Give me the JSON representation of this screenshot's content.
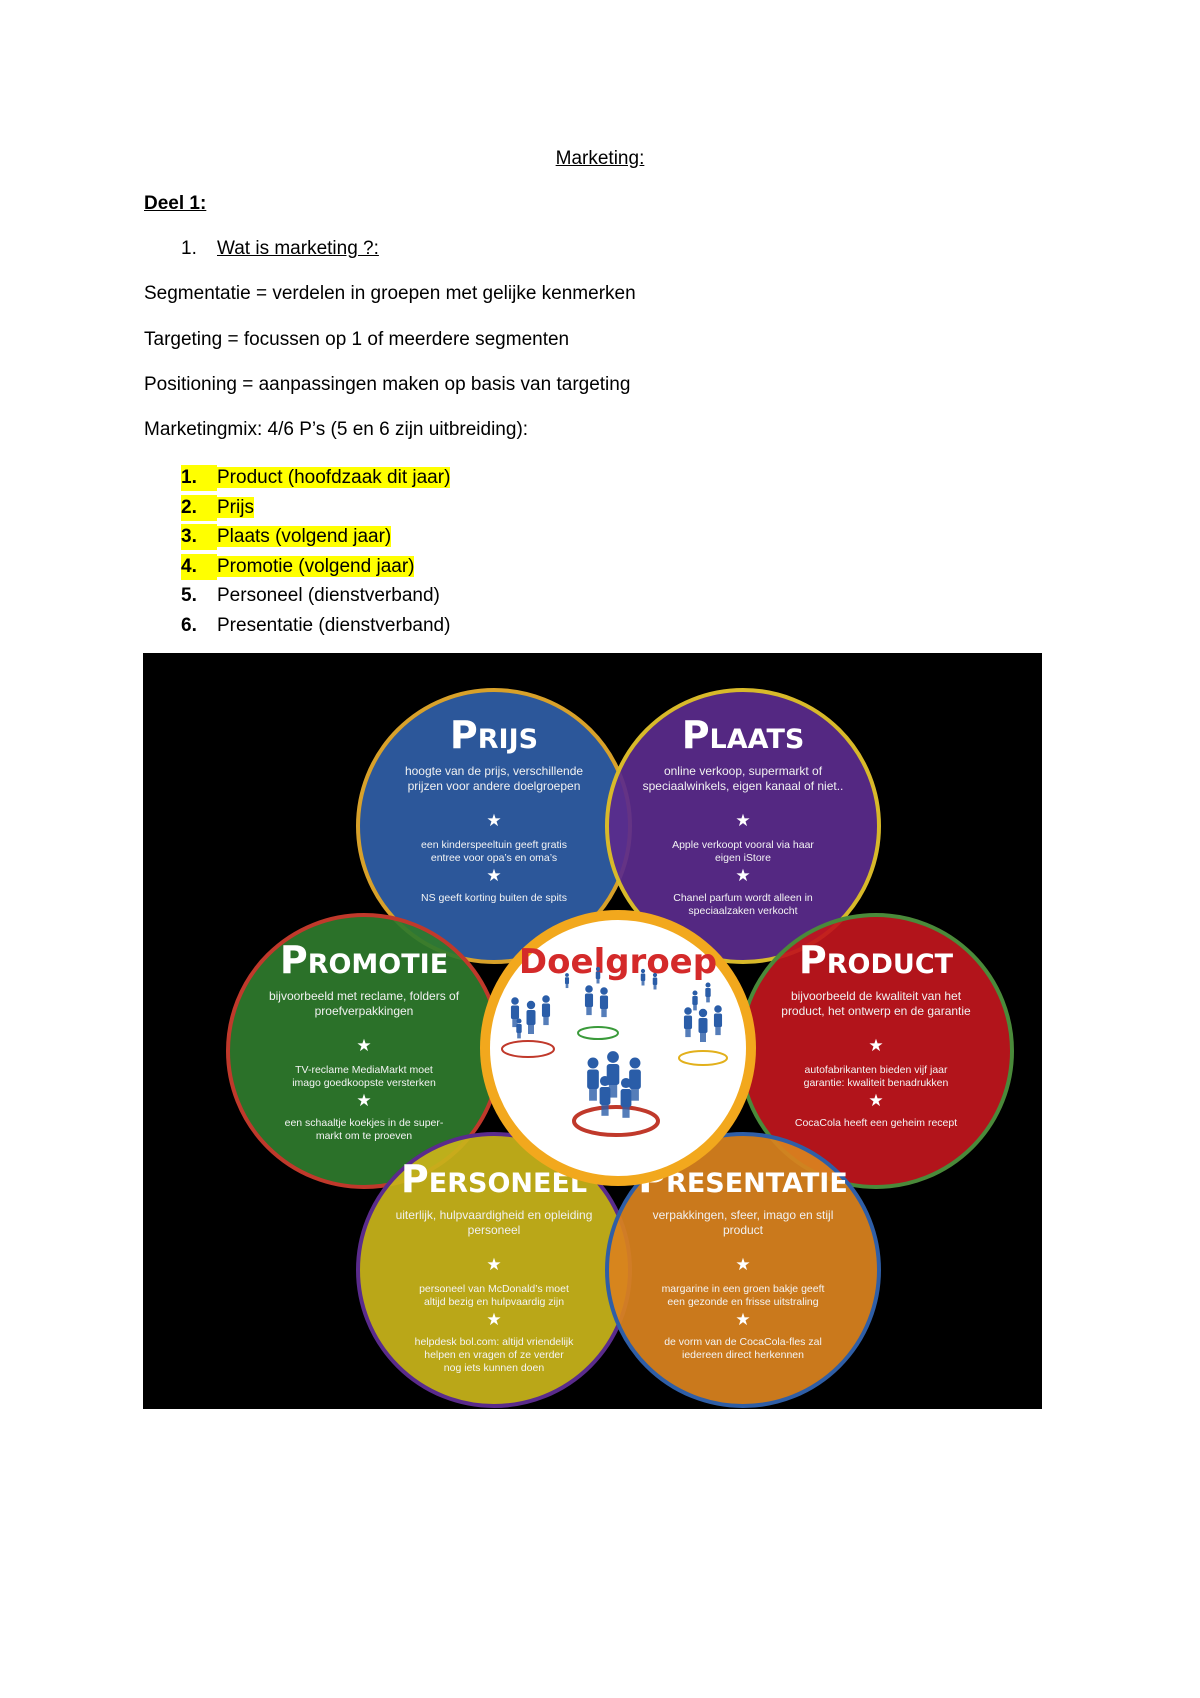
{
  "document": {
    "title": "Marketing:",
    "section": "Deel 1:",
    "question": {
      "number": "1.",
      "text": "Wat is marketing ?:"
    },
    "definitions": [
      "Segmentatie = verdelen in groepen met gelijke kenmerken",
      "Targeting = focussen op 1 of meerdere segmenten",
      "Positioning = aanpassingen maken op basis van targeting",
      "Marketingmix: 4/6 P’s (5 en 6 zijn uitbreiding):"
    ],
    "mix_list": [
      {
        "number": "1.",
        "text": "Product (hoofdzaak dit jaar)",
        "highlight": true
      },
      {
        "number": "2.",
        "text": "Prijs",
        "highlight": true
      },
      {
        "number": "3.",
        "text": "Plaats (volgend jaar)",
        "highlight": true
      },
      {
        "number": "4.",
        "text": "Promotie (volgend jaar)",
        "highlight": true
      },
      {
        "number": "5.",
        "text": "Personeel (dienstverband)",
        "highlight": false
      },
      {
        "number": "6.",
        "text": "Presentatie (dienstverband)",
        "highlight": false
      }
    ],
    "highlight_color": "#ffff00"
  },
  "diagram": {
    "center": {
      "label": "Doelgroep",
      "label_color": "#d42a2a",
      "ring_color": "#f2a81d"
    },
    "circles": {
      "prijs": {
        "first": "P",
        "rest": "RIJS",
        "color": "#2f5ea6",
        "ring": "#d8a12a",
        "desc": [
          "hoogte van de prijs, verschillende",
          "prijzen voor andere doelgroepen"
        ],
        "ex1": [
          "een kinderspeeltuin geeft gratis",
          "entree voor opa’s en oma’s"
        ],
        "ex2": [
          "NS geeft korting buiten de spits"
        ]
      },
      "plaats": {
        "first": "P",
        "rest": "LAATS",
        "color": "#5a2b8c",
        "ring": "#d8b92a",
        "desc": [
          "online verkoop, supermarkt of",
          "speciaalwinkels, eigen kanaal of niet.."
        ],
        "ex1": [
          "Apple verkoopt vooral via haar",
          "eigen iStore"
        ],
        "ex2": [
          "Chanel parfum wordt alleen in",
          "speciaalzaken verkocht"
        ]
      },
      "promotie": {
        "first": "P",
        "rest": "ROMOTIE",
        "color": "#2e7a2c",
        "ring": "#c0392b",
        "desc": [
          "bijvoorbeeld met reclame, folders of",
          "proefverpakkingen"
        ],
        "ex1": [
          "TV-reclame MediaMarkt moet",
          "imago goedkoopste versterken"
        ],
        "ex2": [
          "een schaaltje koekjes in de super-",
          "markt om te proeven"
        ]
      },
      "product": {
        "first": "P",
        "rest": "RODUCT",
        "color": "#c0161d",
        "ring": "#4a8a3a",
        "desc": [
          "bijvoorbeeld de kwaliteit van het",
          "product, het ontwerp en de garantie"
        ],
        "ex1": [
          "autofabrikanten bieden vijf jaar",
          "garantie: kwaliteit benadrukken"
        ],
        "ex2": [
          "CocaCola heeft een geheim recept"
        ]
      },
      "personeel": {
        "first": "P",
        "rest": "ERSONEEL",
        "color": "#c8b41a",
        "ring": "#5a2b8c",
        "desc": [
          "uiterlijk, hulpvaardigheid en opleiding",
          "personeel"
        ],
        "ex1": [
          "personeel van McDonald’s moet",
          "altijd bezig en hulpvaardig zijn"
        ],
        "ex2": [
          "helpdesk bol.com: altijd vriendelijk",
          "helpen en vragen of ze verder",
          "nog iets kunnen doen"
        ]
      },
      "presentatie": {
        "first": "P",
        "rest": "RESENTATIE",
        "color": "#d9821e",
        "ring": "#2f5ea6",
        "desc": [
          "verpakkingen, sfeer, imago en stijl",
          "product"
        ],
        "ex1": [
          "margarine in een groen bakje geeft",
          "een gezonde en frisse uitstraling"
        ],
        "ex2": [
          "de vorm van de CocaCola-fles zal",
          "iedereen direct herkennen"
        ]
      }
    }
  }
}
